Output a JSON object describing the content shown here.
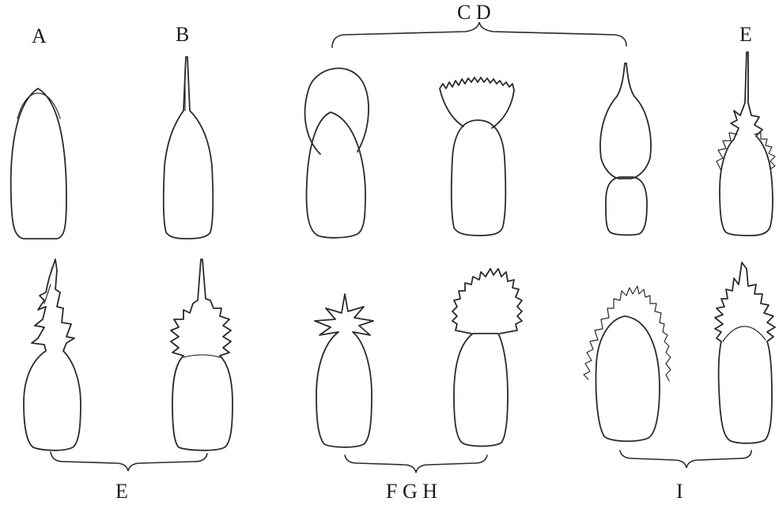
{
  "labels": {
    "a": "A",
    "b": "B",
    "cd": "C D",
    "e_top": "E",
    "e_bottom": "E",
    "fgh": "F G H",
    "i": "I"
  }
}
